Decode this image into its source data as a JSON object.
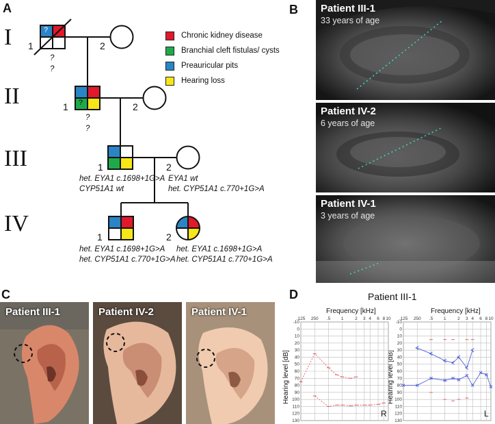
{
  "panelA": {
    "letter": "A",
    "generations": [
      "I",
      "II",
      "III",
      "IV"
    ],
    "legend": [
      {
        "label": "Chronic kidney disease",
        "color": "#e0192b"
      },
      {
        "label": "Branchial cleft fistulas/ cysts",
        "color": "#1faa4a"
      },
      {
        "label": "Preauricular pits",
        "color": "#2a85c7"
      },
      {
        "label": "Hearing loss",
        "color": "#f7e618"
      }
    ],
    "ids": {
      "I1": "1",
      "I2": "2",
      "II1": "1",
      "II2": "2",
      "III1": "1",
      "III2": "2",
      "IV1": "1",
      "IV2": "2"
    },
    "q": "?",
    "III1_text": [
      "het. EYA1 c.1698+1G>A",
      "CYP51A1 wt"
    ],
    "III2_text": [
      "EYA1 wt",
      "het. CYP51A1 c.770+1G>A"
    ],
    "IV1_text": [
      "het. EYA1 c.1698+1G>A",
      "het. CYP51A1 c.770+1G>A"
    ],
    "IV2_text": [
      "het. EYA1 c.1698+1G>A",
      "het. CYP51A1 c.770+1G>A"
    ]
  },
  "panelB": {
    "letter": "B",
    "images": [
      {
        "title": "Patient III-1",
        "sub": "33 years of age"
      },
      {
        "title": "Patient IV-2",
        "sub": "6 years of age"
      },
      {
        "title": "Patient IV-1",
        "sub": "3 years of age"
      }
    ]
  },
  "panelC": {
    "letter": "C",
    "images": [
      {
        "title": "Patient III-1"
      },
      {
        "title": "Patient IV-2"
      },
      {
        "title": "Patient IV-1"
      }
    ]
  },
  "panelD": {
    "letter": "D",
    "title": "Patient III-1",
    "xlabel": "Frequency  [kHz]",
    "ylabel": "Hearing level [dB]",
    "xticks": [
      ".125",
      "250",
      ".5",
      "1",
      "2",
      "3",
      "4",
      "6",
      "8",
      "10"
    ],
    "yticks": [
      "-10",
      "0",
      "10",
      "20",
      "30",
      "40",
      "50",
      "60",
      "70",
      "80",
      "90",
      "100",
      "110",
      "120",
      "130"
    ],
    "right_label": "R",
    "left_label": "L"
  },
  "chart_data": [
    {
      "type": "line",
      "title": "",
      "xlabel": "Frequency  [kHz]",
      "ylabel": "Hearing level [dB]",
      "x_scale": "log",
      "ylim": [
        -10,
        130
      ],
      "y_inverted": true,
      "series": [
        {
          "name": "R",
          "color": "#e06060",
          "air": [
            [
              0.125,
              75
            ],
            [
              0.25,
              35
            ],
            [
              0.5,
              55
            ],
            [
              0.75,
              65
            ],
            [
              1,
              68
            ],
            [
              1.5,
              70
            ],
            [
              2,
              68
            ]
          ],
          "bone": [
            [
              0.25,
              95
            ],
            [
              0.5,
              110
            ],
            [
              0.75,
              108
            ],
            [
              1,
              108
            ],
            [
              1.5,
              109
            ],
            [
              2,
              108
            ],
            [
              3,
              108
            ],
            [
              4,
              108
            ],
            [
              6,
              107
            ],
            [
              8,
              105
            ]
          ]
        }
      ]
    },
    {
      "type": "line",
      "title": "",
      "xlabel": "Frequency  [kHz]",
      "ylabel": "Hearing level [dB]",
      "x_scale": "log",
      "ylim": [
        -10,
        130
      ],
      "y_inverted": true,
      "series": [
        {
          "name": "L",
          "color": "#4f5fd8",
          "air": [
            [
              0.25,
              27
            ],
            [
              0.5,
              35
            ],
            [
              1,
              45
            ],
            [
              1.5,
              48
            ],
            [
              2,
              40
            ],
            [
              3,
              55
            ],
            [
              4,
              30
            ]
          ],
          "air2": [
            [
              0.125,
              80
            ],
            [
              0.25,
              80
            ],
            [
              0.5,
              70
            ],
            [
              1,
              73
            ],
            [
              1.5,
              70
            ],
            [
              2,
              72
            ],
            [
              3,
              66
            ],
            [
              4,
              80
            ],
            [
              6,
              62
            ],
            [
              8,
              65
            ],
            [
              10,
              82
            ]
          ],
          "bone": [
            [
              0.5,
              15
            ],
            [
              1,
              15
            ],
            [
              1.5,
              15
            ],
            [
              3,
              15
            ],
            [
              4,
              15
            ],
            [
              0.5,
              90
            ],
            [
              1,
              100
            ],
            [
              1.5,
              102
            ],
            [
              2,
              100
            ],
            [
              3,
              98
            ]
          ]
        }
      ]
    }
  ]
}
